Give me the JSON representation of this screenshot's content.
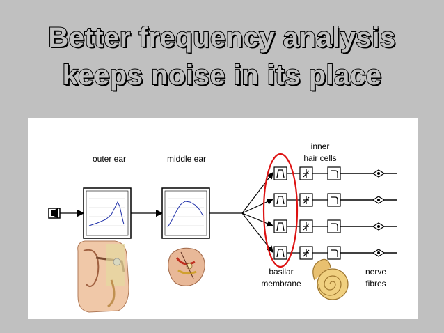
{
  "slide": {
    "title_line1": "Better frequency analysis",
    "title_line2": "keeps noise in its place"
  },
  "diagram": {
    "labels": {
      "outer_ear": "outer ear",
      "middle_ear": "middle ear",
      "inner_hair_cells_1": "inner",
      "inner_hair_cells_2": "hair cells",
      "basilar_1": "basilar",
      "basilar_2": "membrane",
      "nerve_1": "nerve",
      "nerve_2": "fibres"
    },
    "colors": {
      "highlight": "#dd1111",
      "ear_skin": "#f0c8a8",
      "cochlea": "#e8c070",
      "graph_line": "#2233aa"
    },
    "channels": 4
  }
}
